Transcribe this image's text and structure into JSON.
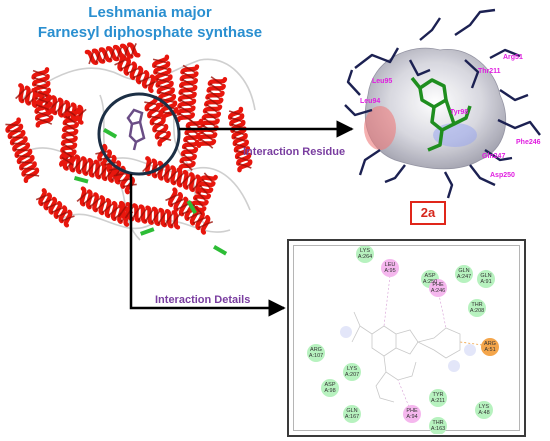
{
  "figure": {
    "title_line1": "Leshmania major",
    "title_line2": "Farnesyl diphosphate synthase",
    "arrow_label_residue": "Interaction Residue",
    "arrow_label_details": "Interaction Details",
    "compound_label": "2a"
  },
  "zoom_labels": [
    "Arg51",
    "Leu95",
    "Thr211",
    "Phe246",
    "Gln247",
    "Asp250",
    "Leu94",
    "Tyr98"
  ],
  "residues_2d": [
    {
      "name": "LYS",
      "num": "A:264",
      "type": "vdw"
    },
    {
      "name": "LEU",
      "num": "A:95",
      "type": "alkyl"
    },
    {
      "name": "ASP",
      "num": "A:250",
      "type": "vdw"
    },
    {
      "name": "PHE",
      "num": "A:246",
      "type": "alkyl"
    },
    {
      "name": "GLN",
      "num": "A:247",
      "type": "vdw"
    },
    {
      "name": "GLN",
      "num": "A:91",
      "type": "vdw"
    },
    {
      "name": "THR",
      "num": "A:208",
      "type": "vdw"
    },
    {
      "name": "ARG",
      "num": "A:51",
      "type": "pication"
    },
    {
      "name": "ARG",
      "num": "A:107",
      "type": "vdw"
    },
    {
      "name": "LYS",
      "num": "A:207",
      "type": "vdw"
    },
    {
      "name": "ASP",
      "num": "A:98",
      "type": "vdw"
    },
    {
      "name": "TYR",
      "num": "A:211",
      "type": "vdw"
    },
    {
      "name": "LYS",
      "num": "A:48",
      "type": "vdw"
    },
    {
      "name": "GLN",
      "num": "A:167",
      "type": "vdw"
    },
    {
      "name": "PHE",
      "num": "A:94",
      "type": "alkyl"
    },
    {
      "name": "THR",
      "num": "A:163",
      "type": "vdw"
    }
  ],
  "colors": {
    "title": "#2a8fd0",
    "label": "#7a3ea0",
    "helix": "#e8160d",
    "sheet": "#2dbd36",
    "badge": "#e0261a",
    "vdw": "#b7f2bf",
    "alkyl": "#f5b7ee",
    "pication": "#f4a54a",
    "zoom_label": "#e01ee0"
  }
}
